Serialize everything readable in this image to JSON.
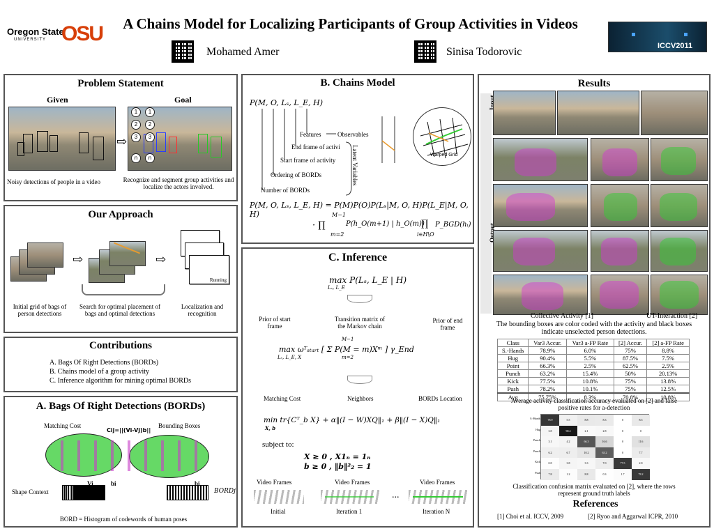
{
  "header": {
    "title": "A Chains Model for Localizing Participants of Group Activities in Videos",
    "author1": "Mohamed Amer",
    "author2": "Sinisa Todorovic",
    "logo_osu_text": "Oregon State",
    "logo_osu_sub": "UNIVERSITY",
    "logo_osu_mark": "OSU",
    "logo_iccv": "ICCV2011"
  },
  "problem": {
    "title": "Problem Statement",
    "given": "Given",
    "goal": "Goal",
    "caption_left": "Noisy detections of people in a video",
    "caption_right": "Recognize and segment group activities and  localize the actors involved."
  },
  "approach": {
    "title": "Our Approach",
    "caption1": "Initial grid of bags of person detections",
    "caption2": "Search for optimal placement of bags and optimal detections",
    "caption3": "Localization and recognition",
    "running": "Running"
  },
  "contributions": {
    "title": "Contributions",
    "items": [
      "A.   Bags Of Right Detections (BORDs)",
      "B.   Chains model of a group activity",
      "C.   Inference algorithm for mining optimal BORDs"
    ]
  },
  "bords": {
    "title": "A. Bags Of Right Detections (BORDs)",
    "matching_cost": "Matching Cost",
    "bounding_boxes": "Bounding Boxes",
    "formula": "Cij=||(Vi-Vj)b||",
    "shape_context": "Shape Context",
    "vi": "Vi",
    "bi": "bi",
    "bordj": "BORDj",
    "caption": "BORD = Histogram of codewords of human poses"
  },
  "chains": {
    "title": "B. Chains Model",
    "joint": "P(M, O, Lₛ, L_E, H)",
    "features": "Features",
    "observables": "Observables",
    "end_frame": "End frame of activi",
    "start_frame": "Start frame of activity",
    "ordering": "Ordering of BORDs",
    "number": "Number of BORDs",
    "latent": "Latent Variables",
    "warped": "Warped Grid",
    "eq_line1": "P(M, O, Lₛ, L_E, H) = P(M)P(O)P(Lₛ|M, O, H)P(L_E|M, O, H)",
    "eq_line2_a": "· ∏",
    "eq_line2_sup": "M−1",
    "eq_line2_sub": "m=2",
    "eq_line2_b": "P(h_O(m+1) | h_O(m))",
    "eq_line2_c": "∏",
    "eq_line2_sub2": "i∈H\\O",
    "eq_line2_d": "P_BGD(hᵢ)",
    "nodes_left": [
      "1",
      "2",
      "3",
      "n"
    ],
    "nodes_right": [
      "1",
      "2",
      "3",
      "n"
    ]
  },
  "inference": {
    "title": "C. Inference",
    "max_eq": "max  P(Lₛ, L_E | H)",
    "max_sub": "Lₛ, L_E",
    "prior_start": "Prior of start frame",
    "transition": "Transition matrix of the Markov chain",
    "prior_end": "Prior of end frame",
    "eq2": "max  ωᵀₛₜₐᵣₜ [ Σ P(M = m)Xᵐ ] γ_End",
    "eq2_sub": "Lₛ, L_E, X",
    "eq2_sup": "M−1",
    "eq2_low": "m=2",
    "matching_cost": "Matching Cost",
    "neighbors": "Neighbors",
    "bords_location": "BORDs Location",
    "eq3": "min tr{Cᵀ_b X} + α‖(I − W)XQ‖₁ + β‖(I − X)Q‖₁",
    "eq3_sub": "X, b",
    "subject_to": "subject to:",
    "c1": "X ≥ 0  , X1ₙ = 1ₙ",
    "c2": "b ≥ 0  , ‖b‖²₂ = 1",
    "video_frames": "Video Frames",
    "initial": "Initial",
    "iter1": "Iteration 1",
    "itern": "Iteration N",
    "dots": "..."
  },
  "results": {
    "title": "Results",
    "input": "Input",
    "output": "Output",
    "ds1": "Collective Activity [1]",
    "ds2": "UT-Interaction [2]",
    "bbox_note": "The bounding boxes are color coded with the activity and black boxes indicate unselected person detections.",
    "table_headers": [
      "Class",
      "Var3 Accur.",
      "Var3 a-FP Rate",
      "[2] Accur.",
      "[2] a-FP Rate"
    ],
    "table_rows": [
      [
        "S.-Hands",
        "78.9%",
        "6.0%",
        "75%",
        "8.8%"
      ],
      [
        "Hug",
        "90.4%",
        "5.5%",
        "87.5%",
        "7.5%"
      ],
      [
        "Point",
        "66.3%",
        "2.5%",
        "62.5%",
        "2.5%"
      ],
      [
        "Punch",
        "63.2%",
        "15.4%",
        "50%",
        "20.13%"
      ],
      [
        "Kick",
        "77.5%",
        "10.8%",
        "75%",
        "13.8%"
      ],
      [
        "Push",
        "78.2%",
        "10.1%",
        "75%",
        "12.5%"
      ]
    ],
    "table_avg": [
      "Avg",
      "75.75%",
      "8.3%",
      "70.8%",
      "10.8%"
    ],
    "table_caption": "Average activity classification accuracy evaluated on [2] and false positive rates for a-detection",
    "cm_labels": [
      "S.-Hands",
      "Hug",
      "Punch",
      "Punch",
      "Kick",
      "Push"
    ],
    "cm_values": [
      [
        "78.9",
        "5.5",
        "8.8",
        "8.3",
        "0",
        "8.5"
      ],
      [
        "3.8",
        "90.4",
        "2.1",
        "2.8",
        "0",
        "0"
      ],
      [
        "3.1",
        "4.2",
        "66.3",
        "16.6",
        "0",
        "11.6"
      ],
      [
        "6.2",
        "6.7",
        "10.2",
        "63.2",
        "0",
        "7.7"
      ],
      [
        "0.8",
        "3.8",
        "3.3",
        "7.0",
        "77.5",
        "2.8"
      ],
      [
        "7.8",
        "1.2",
        "8.8",
        "0.3",
        "1.7",
        "78.2"
      ]
    ],
    "cm_caption": "Classification confusion matrix evaluated on [2], where the rows represent ground truth labels",
    "references_title": "References",
    "ref1": "[1] Choi et al.  ICCV, 2009",
    "ref2": "[2] Ryoo and Aggarwal ICPR, 2010"
  },
  "colors": {
    "bord_green": "#33cc33",
    "magenta": "#d533d5",
    "orange": "#e89a2e",
    "border": "#555555"
  }
}
